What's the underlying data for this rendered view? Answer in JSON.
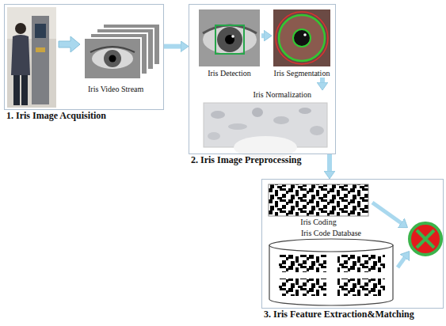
{
  "diagram": {
    "nodes": [
      {
        "text": [
          "1. Iris Image Acquisition"
        ]
      },
      {
        "text": [
          "Iris Video Stream"
        ],
        "in": 0
      },
      {
        "text": [
          "2. Iris Image Preprocessing"
        ]
      },
      {
        "text": [
          "Iris Detection"
        ],
        "in": 2
      },
      {
        "text": [
          "Iris Segmentation"
        ],
        "in": 2
      },
      {
        "text": [
          "Iris Normalization"
        ],
        "in": 2
      },
      {
        "text": [
          "3. Iris Feature Extraction&Matching"
        ]
      },
      {
        "text": [
          "Iris Coding"
        ],
        "in": 6
      },
      {
        "text": [
          "Iris Code Database"
        ],
        "in": 6
      }
    ],
    "edges": [
      {
        "from": 0,
        "to": 2,
        "arrow": "to"
      },
      {
        "from": 3,
        "to": 4,
        "arrow": "to"
      },
      {
        "from": 4,
        "to": 5,
        "arrow": "to"
      },
      {
        "from": 2,
        "to": 6,
        "arrow": "to"
      }
    ]
  }
}
